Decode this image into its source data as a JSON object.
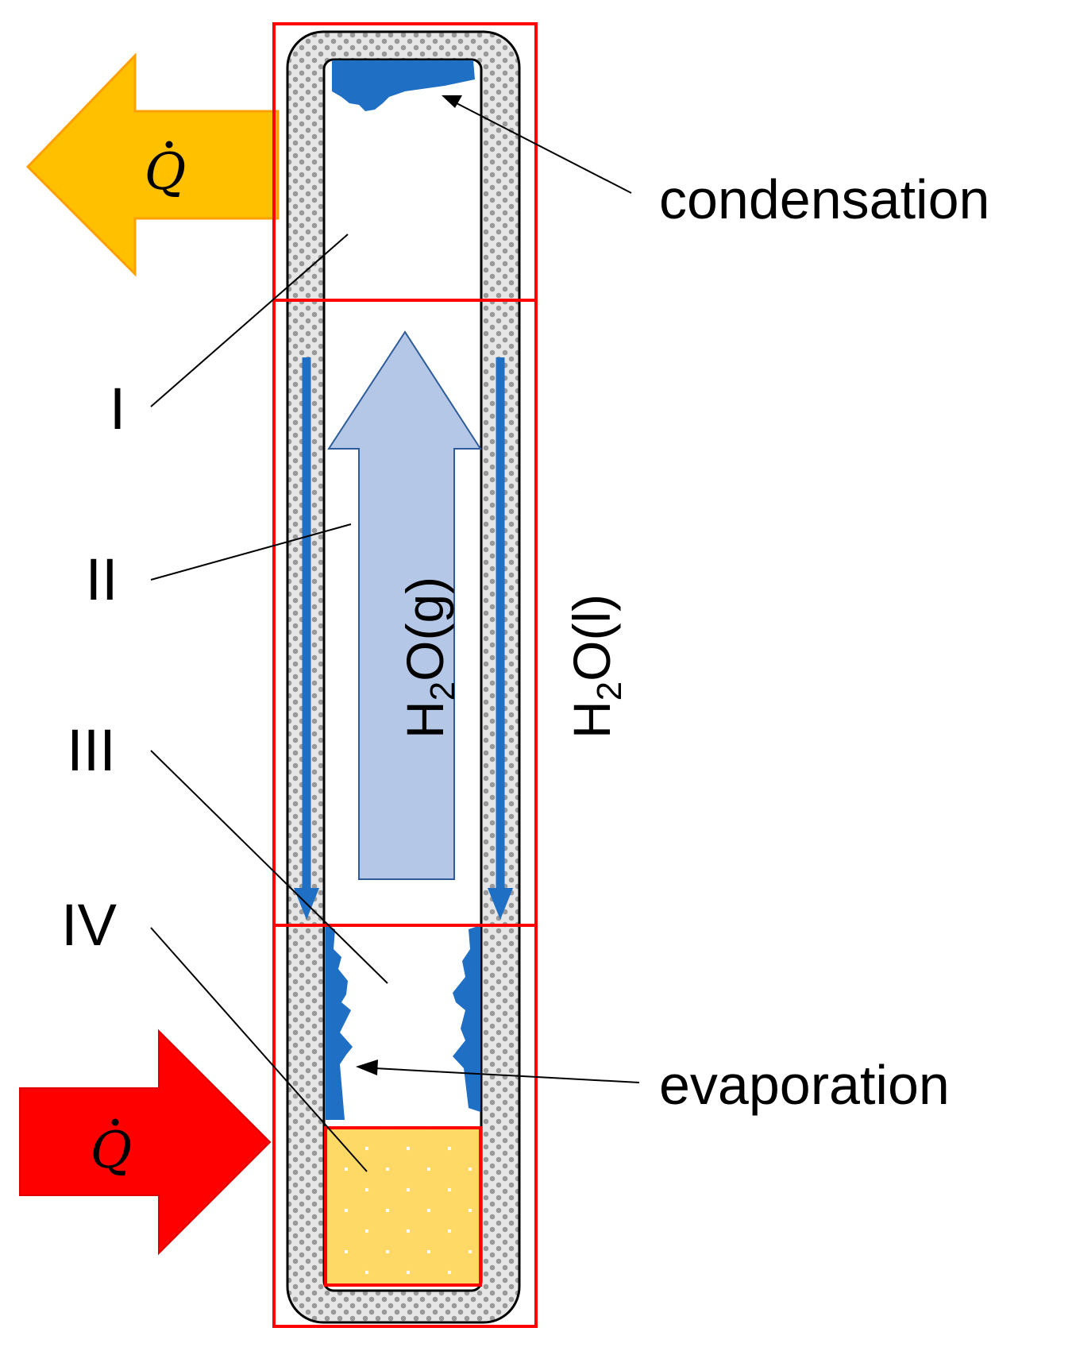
{
  "diagram": {
    "labels": {
      "condensation": "condensation",
      "evaporation": "evaporation",
      "region_1": "I",
      "region_2": "II",
      "region_3": "III",
      "region_4": "IV"
    },
    "heat_out": {
      "symbol": "Q",
      "color": "#ffc000"
    },
    "heat_in": {
      "symbol": "Q",
      "color": "#ff0000"
    },
    "vapor_flow": {
      "base": "H",
      "sub": "2",
      "rest": "O(g)",
      "color": "#b4c7e7"
    },
    "liquid_flow": {
      "base": "H",
      "sub": "2",
      "rest": "O(l)",
      "color": "#1f6fc5"
    },
    "colors": {
      "zone_outline": "#ff0000",
      "wick_fill": "#c8c8c8",
      "water": "#1f6fc5",
      "sorbent": "#ffd966"
    }
  }
}
